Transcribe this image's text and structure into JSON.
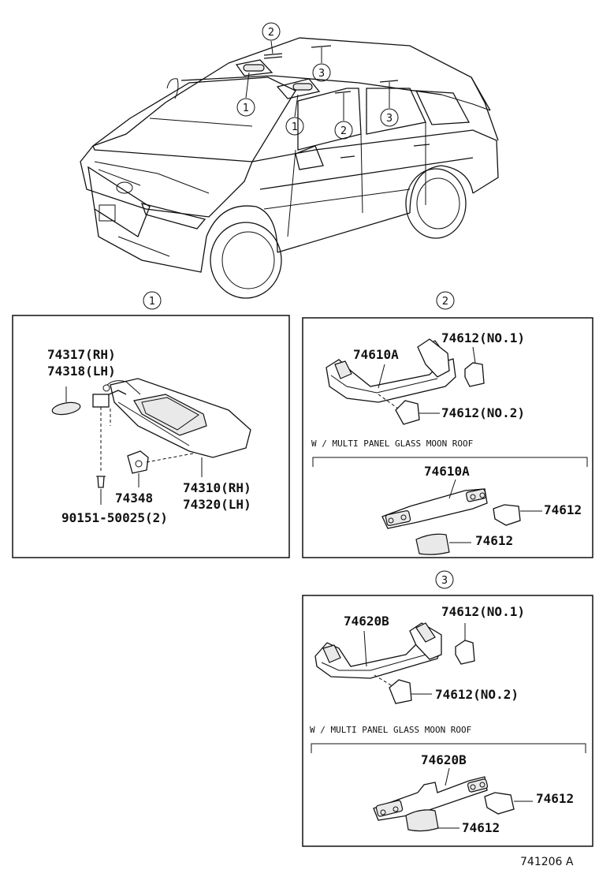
{
  "callouts": {
    "c1": "1",
    "c2": "2",
    "c3": "3"
  },
  "panel1": {
    "visor_ornament_rh": "74317(RH)",
    "visor_ornament_lh": "74318(LH)",
    "visor_rh": "74310(RH)",
    "visor_lh": "74320(LH)",
    "holder": "74348",
    "screw": "90151-50025(2)"
  },
  "panel2": {
    "grip": "74610A",
    "cover_no1": "74612(NO.1)",
    "cover_no2": "74612(NO.2)",
    "moonroof_note": "W / MULTI PANEL GLASS MOON ROOF",
    "mr_grip": "74610A",
    "mr_cover_a": "74612",
    "mr_cover_b": "74612"
  },
  "panel3": {
    "grip": "74620B",
    "cover_no1": "74612(NO.1)",
    "cover_no2": "74612(NO.2)",
    "moonroof_note": "W / MULTI PANEL GLASS MOON ROOF",
    "mr_grip": "74620B",
    "mr_cover_a": "74612",
    "mr_cover_b": "74612"
  },
  "diagram_code": "741206 A"
}
